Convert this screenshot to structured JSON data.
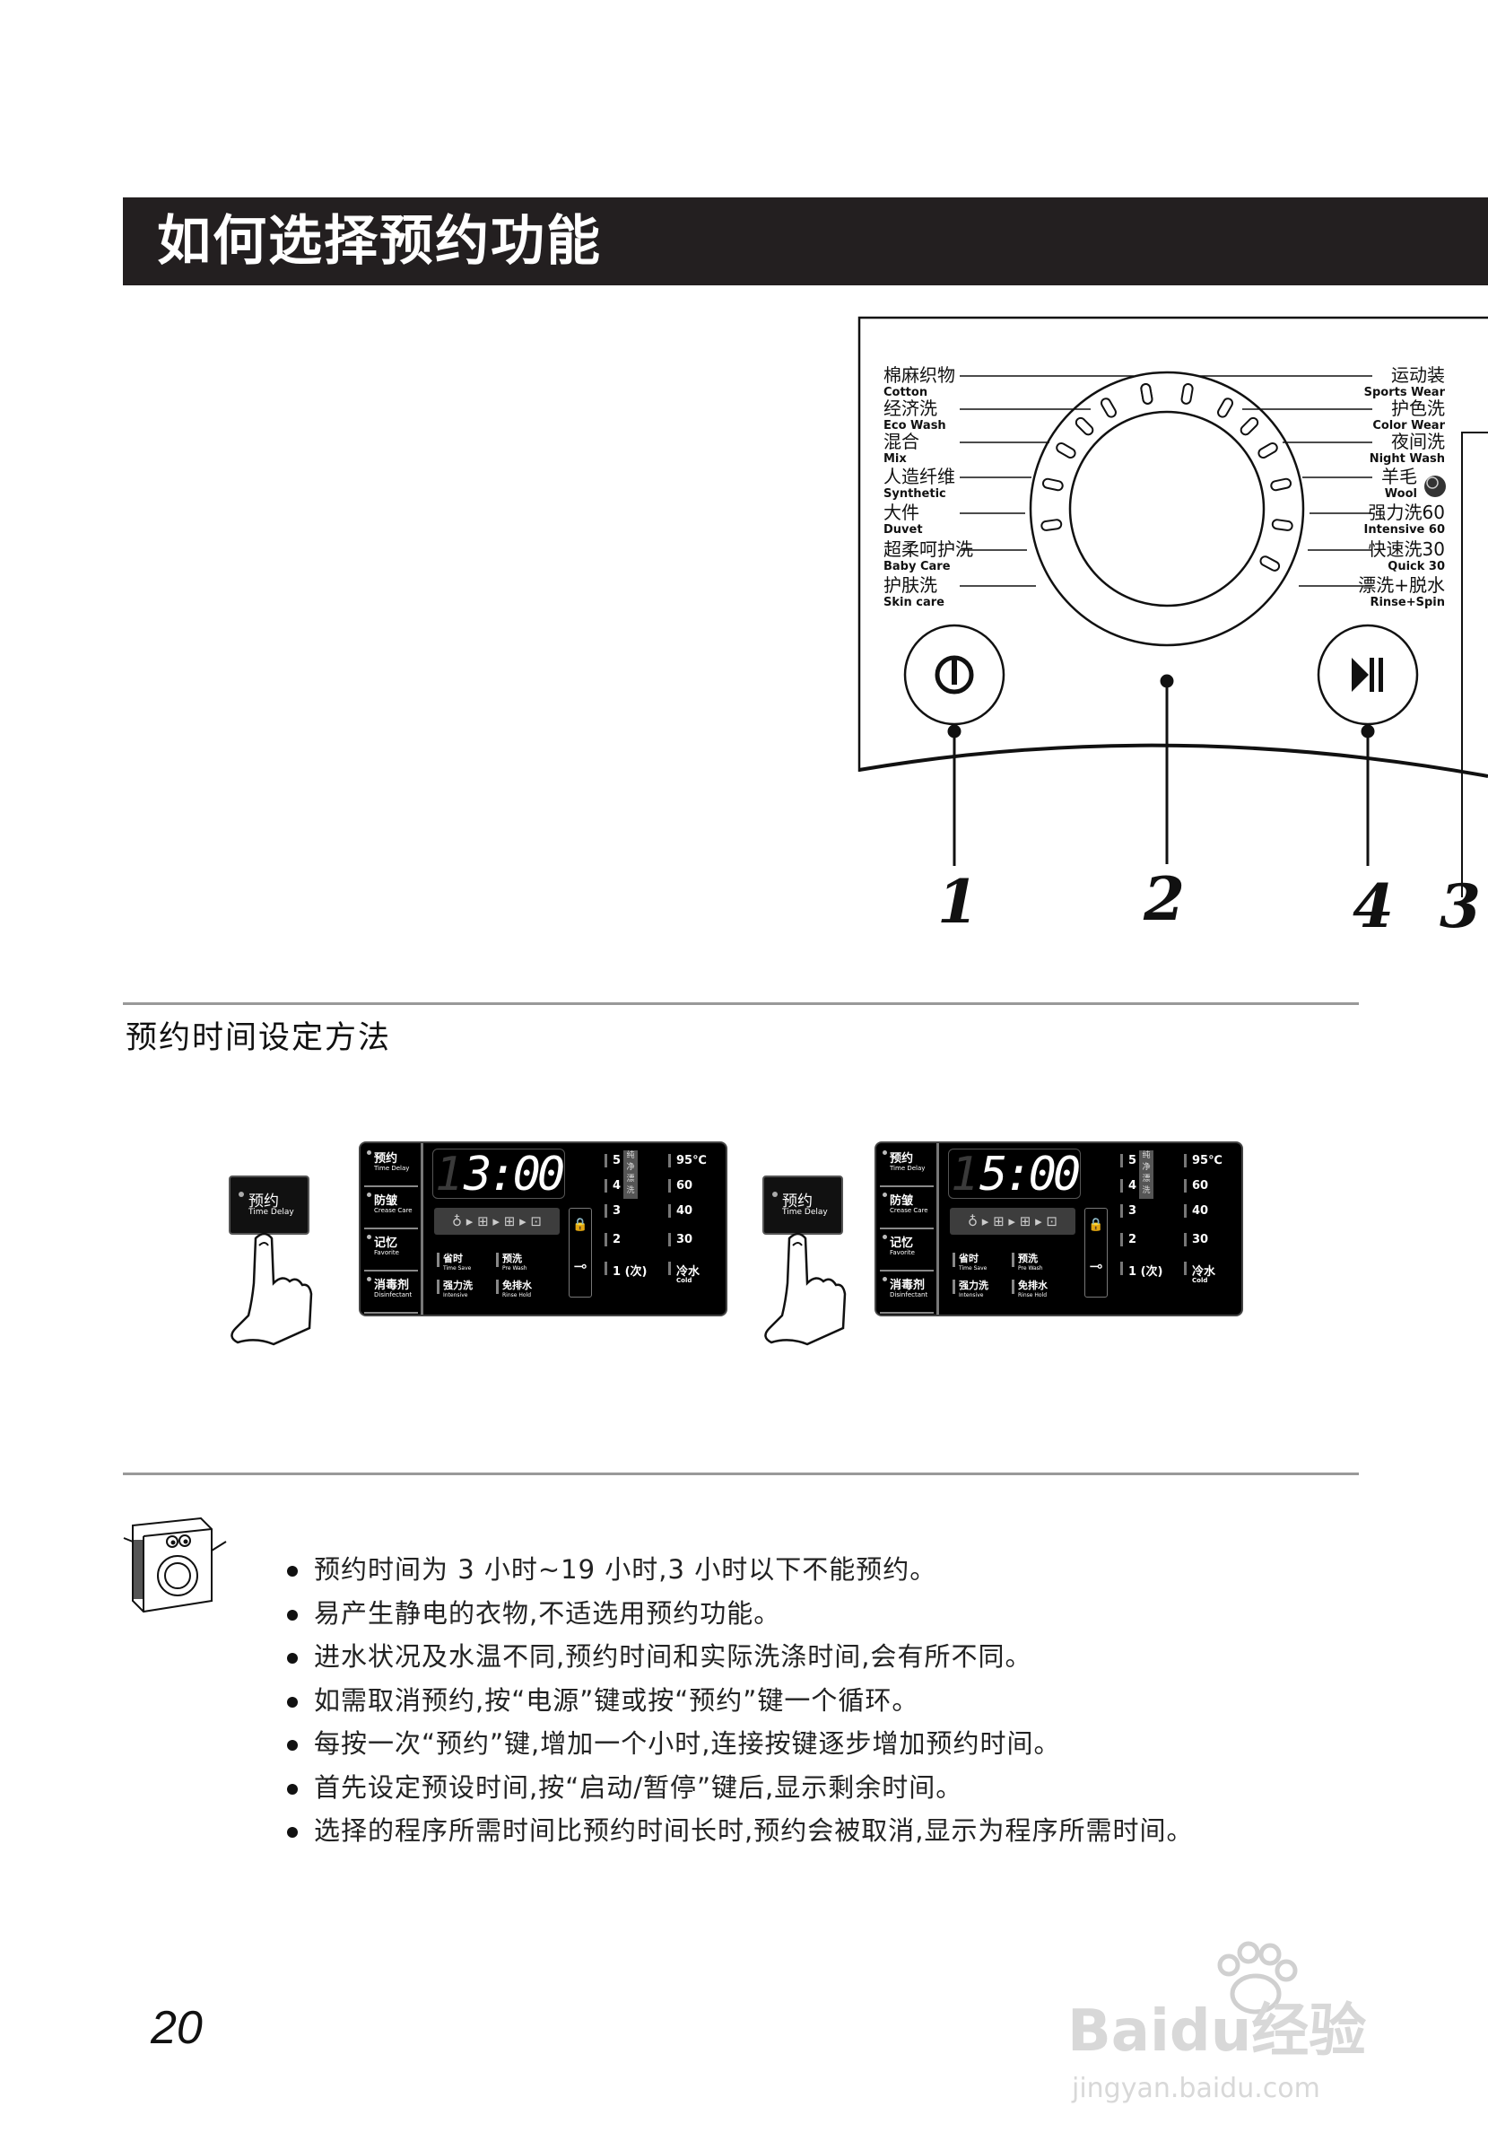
{
  "header": {
    "title": "如何选择预约功能"
  },
  "panel": {
    "programs_left": [
      {
        "cn": "棉麻织物",
        "en": "Cotton"
      },
      {
        "cn": "经济洗",
        "en": "Eco Wash"
      },
      {
        "cn": "混合",
        "en": "Mix"
      },
      {
        "cn": "人造纤维",
        "en": "Synthetic"
      },
      {
        "cn": "大件",
        "en": "Duvet"
      },
      {
        "cn": "超柔呵护洗",
        "en": "Baby Care"
      },
      {
        "cn": "护肤洗",
        "en": "Skin care"
      }
    ],
    "programs_right": [
      {
        "cn": "运动装",
        "en": "Sports Wear"
      },
      {
        "cn": "护色洗",
        "en": "Color Wear"
      },
      {
        "cn": "夜间洗",
        "en": "Night Wash"
      },
      {
        "cn": "羊毛",
        "en": "Wool"
      },
      {
        "cn": "强力洗60",
        "en": "Intensive 60"
      },
      {
        "cn": "快速洗30",
        "en": "Quick 30"
      },
      {
        "cn": "漂洗+脱水",
        "en": "Rinse+Spin"
      }
    ],
    "callouts": [
      "1",
      "2",
      "4",
      "3"
    ],
    "icons": {
      "power": "power-icon",
      "start": "play-pause-icon",
      "wool": "wool-ball-icon"
    }
  },
  "section": {
    "subtitle": "预约时间设定方法"
  },
  "time_delay_button": {
    "cn": "预约",
    "en": "Time Delay"
  },
  "displays": [
    {
      "ghost": "1",
      "time": "3:00"
    },
    {
      "ghost": "1",
      "time": "5:00"
    }
  ],
  "display_common": {
    "side": [
      {
        "cn": "预约",
        "en": "Time Delay"
      },
      {
        "cn": "防皱",
        "en": "Crease Care"
      },
      {
        "cn": "记忆",
        "en": "Favorite"
      },
      {
        "cn": "消毒剂",
        "en": "Disinfectant"
      }
    ],
    "strip": "♁ ▸ ⊞ ▸ ⊞ ▸ ⊡",
    "options": [
      {
        "cn": "省时",
        "en": "Time Save"
      },
      {
        "cn": "预洗",
        "en": "Pre Wash"
      },
      {
        "cn": "强力洗",
        "en": "Intensive"
      },
      {
        "cn": "免排水",
        "en": "Rinse Hold"
      }
    ],
    "rinse": [
      "5",
      "4",
      "3",
      "2",
      "1 (次)"
    ],
    "rinse_label": "纯净漂洗",
    "temps": [
      "95℃",
      "60",
      "40",
      "30",
      "冷水"
    ],
    "temp_cold_en": "Cold",
    "lock_icon": "🔒",
    "key_icon": "⊸"
  },
  "notes": [
    "预约时间为 3 小时~19 小时,3 小时以下不能预约。",
    "易产生静电的衣物,不适选用预约功能。",
    "进水状况及水温不同,预约时间和实际洗涤时间,会有所不同。",
    "如需取消预约,按“电源”键或按“预约”键一个循环。",
    "每按一次“预约”键,增加一个小时,连接按键逐步增加预约时间。",
    "首先设定预设时间,按“启动/暂停”键后,显示剩余时间。",
    "选择的程序所需时间比预约时间长时,预约会被取消,显示为程序所需时间。"
  ],
  "footer": {
    "page_number": "20",
    "watermark": "Baidu经验",
    "watermark_url": "jingyan.baidu.com"
  }
}
